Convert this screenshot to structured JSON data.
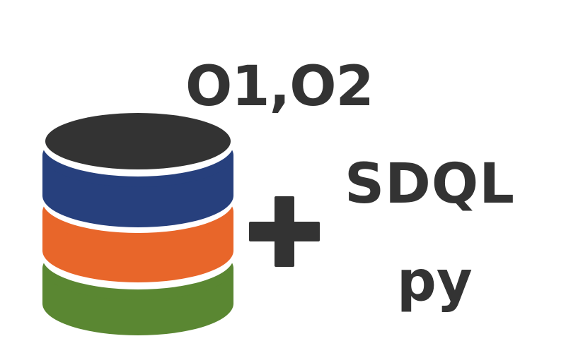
{
  "labels": {
    "top": "O1,O2",
    "middle": "SDQL",
    "bottom": "py"
  },
  "icons": {
    "database": "database-stack-icon",
    "plus": "plus-icon"
  },
  "colors": {
    "text": "#333333",
    "disk_top": "#333333",
    "layer_blue": "#27407d",
    "layer_orange": "#e8662a",
    "layer_green": "#5a8732",
    "background": "#ffffff"
  }
}
